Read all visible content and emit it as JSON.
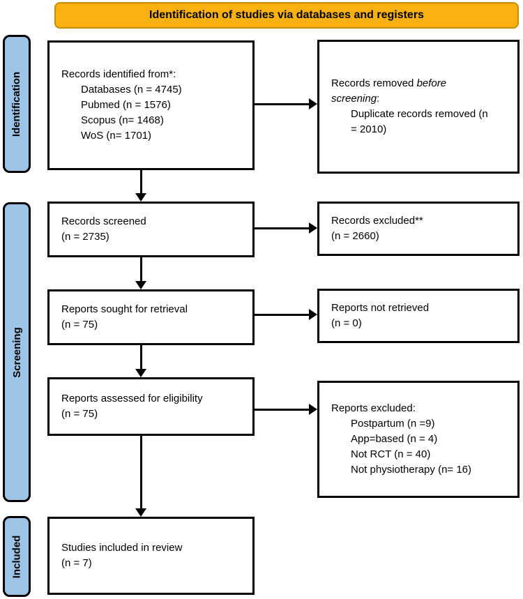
{
  "banner": {
    "label": "Identification of studies via databases and registers"
  },
  "stages": {
    "identification": "Identification",
    "screening": "Screening",
    "included": "Included"
  },
  "boxes": {
    "records_identified": {
      "lines": [
        "Records identified from*:",
        "Databases (n = 4745)",
        "Pubmed (n = 1576)",
        "Scopus (n= 1468)",
        "WoS (n= 1701)"
      ]
    },
    "records_removed": {
      "line1_regular": "Records removed ",
      "line1_italic": "before",
      "line2_italic": "screening",
      "line2_colon": ":",
      "items": [
        "Duplicate records removed (n",
        "= 2010)"
      ]
    },
    "records_screened": {
      "lines": [
        "Records screened",
        "(n = 2735)"
      ]
    },
    "records_excluded": {
      "lines": [
        "Records excluded**",
        "(n = 2660)"
      ]
    },
    "reports_sought": {
      "lines": [
        "Reports sought for retrieval",
        "(n = 75)"
      ]
    },
    "reports_not_retrieved": {
      "lines": [
        "Reports not retrieved",
        "(n = 0)"
      ]
    },
    "reports_assessed": {
      "lines": [
        "Reports assessed for eligibility",
        "(n = 75)"
      ]
    },
    "reports_excluded": {
      "lines": [
        "Reports excluded:",
        "Postpartum (n =9)",
        "App=based (n = 4)",
        "Not RCT (n = 40)",
        "Not physiotherapy (n= 16)"
      ]
    },
    "studies_included": {
      "lines": [
        "Studies included in review",
        "(n = 7)"
      ]
    }
  },
  "colors": {
    "banner_fill": "#F9B011",
    "banner_border": "#C78D00",
    "stage_fill": "#9DC3E6"
  }
}
